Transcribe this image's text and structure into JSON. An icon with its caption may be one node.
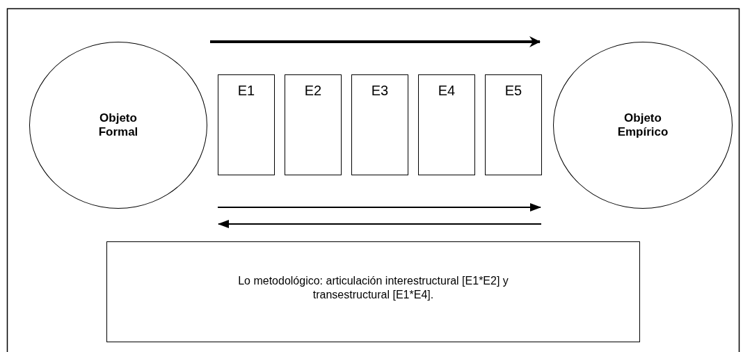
{
  "diagram": {
    "nodes": [
      {
        "text": [
          "Objeto Formal"
        ]
      },
      {
        "text": [
          "E1"
        ]
      },
      {
        "text": [
          "E2"
        ]
      },
      {
        "text": [
          "E3"
        ]
      },
      {
        "text": [
          "E4"
        ]
      },
      {
        "text": [
          "E5"
        ]
      },
      {
        "text": [
          "Objeto Empírico"
        ]
      },
      {
        "text": [
          "Lo metodológico: articulación interestructural [E1*E2] y transestructural [E1*E4]."
        ]
      }
    ],
    "edges": [
      {
        "from": 0,
        "to": 6,
        "arrow": "to"
      }
    ]
  }
}
